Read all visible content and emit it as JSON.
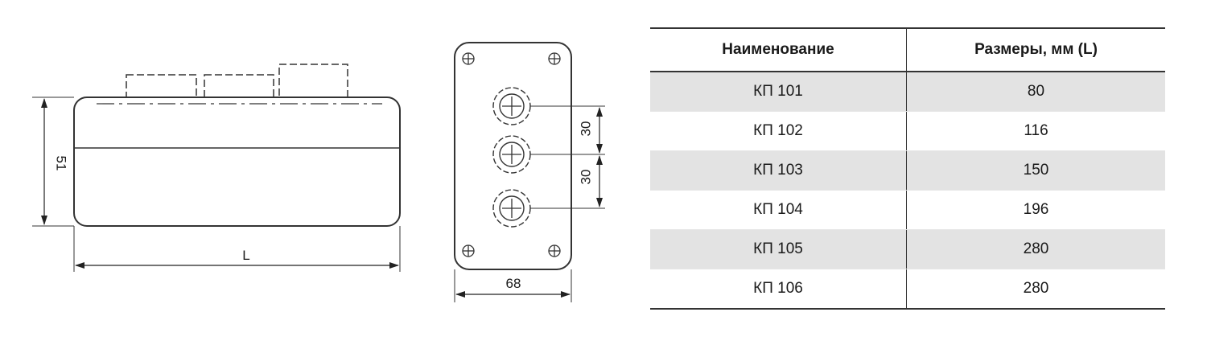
{
  "drawing": {
    "side_view": {
      "height_label": "51",
      "length_label": "L"
    },
    "front_view": {
      "width_label": "68",
      "spacing_top_label": "30",
      "spacing_bottom_label": "30"
    }
  },
  "table": {
    "headers": [
      "Наименование",
      "Размеры, мм (L)"
    ],
    "rows": [
      [
        "КП 101",
        "80"
      ],
      [
        "КП 102",
        "116"
      ],
      [
        "КП 103",
        "150"
      ],
      [
        "КП 104",
        "196"
      ],
      [
        "КП 105",
        "280"
      ],
      [
        "КП 106",
        "280"
      ]
    ]
  }
}
